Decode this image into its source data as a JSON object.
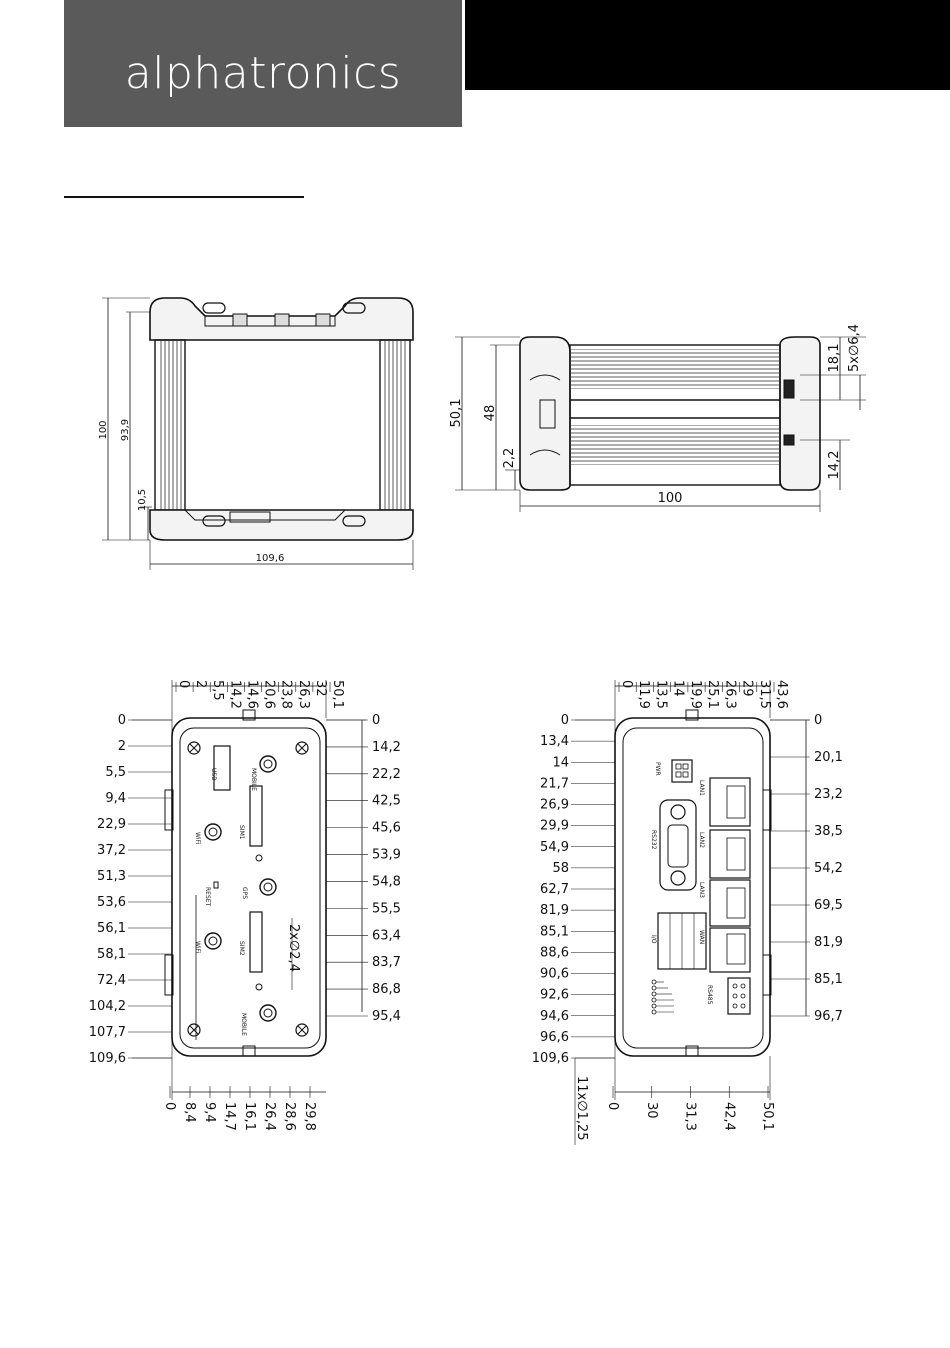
{
  "brand": {
    "name": "alphatronics",
    "header_color": "#5a5a5a",
    "bar_color": "#000000"
  },
  "top_view": {
    "h_total": "100",
    "h_inner": "93,9",
    "h_bottom": "10,5",
    "width": "109,6"
  },
  "side_view": {
    "height": "50,1",
    "body": "48",
    "offset": "2,2",
    "length": "100",
    "top_offset": "18,1",
    "holes": "5x∅6,4",
    "bottom_offset": "14,2"
  },
  "front_view": {
    "top_ticks": [
      "0",
      "2",
      "5,5",
      "14,2",
      "14,6",
      "20,6",
      "23,8",
      "26,3",
      "32",
      "50,1"
    ],
    "left_ticks": [
      "0",
      "2",
      "5,5",
      "9,4",
      "22,9",
      "37,2",
      "51,3",
      "53,6",
      "56,1",
      "58,1",
      "72,4",
      "104,2",
      "107,7",
      "109,6"
    ],
    "right_ticks": [
      "0",
      "14,2",
      "22,2",
      "42,5",
      "45,6",
      "53,9",
      "54,8",
      "55,5",
      "63,4",
      "83,7",
      "86,8",
      "95,4"
    ],
    "bottom_ticks": [
      "0",
      "8,4",
      "9,4",
      "14,7",
      "16,1",
      "26,4",
      "28,6",
      "29,8"
    ],
    "holes": "2x∅2,4",
    "labels": [
      "USB",
      "MOBILE",
      "SIM1",
      "WiFi",
      "GPS",
      "RESET",
      "SIM2",
      "WiFi",
      "MOBILE"
    ]
  },
  "rear_view": {
    "top_ticks": [
      "0",
      "11,9",
      "13,5",
      "14",
      "19,9",
      "25,1",
      "26,3",
      "29",
      "31,5",
      "43,6"
    ],
    "left_ticks": [
      "0",
      "13,4",
      "14",
      "21,7",
      "26,9",
      "29,9",
      "54,9",
      "58",
      "62,7",
      "81,9",
      "85,1",
      "88,6",
      "90,6",
      "92,6",
      "94,6",
      "96,6",
      "109,6"
    ],
    "right_ticks": [
      "0",
      "20,1",
      "23,2",
      "38,5",
      "54,2",
      "69,5",
      "81,9",
      "85,1",
      "96,7"
    ],
    "bottom_ticks": [
      "0",
      "30",
      "31,3",
      "42,4",
      "50,1"
    ],
    "holes": "11x∅1,25",
    "labels": [
      "PWR",
      "RS232",
      "LAN1",
      "LAN2",
      "LAN3",
      "WAN",
      "I/O",
      "RS485"
    ]
  }
}
